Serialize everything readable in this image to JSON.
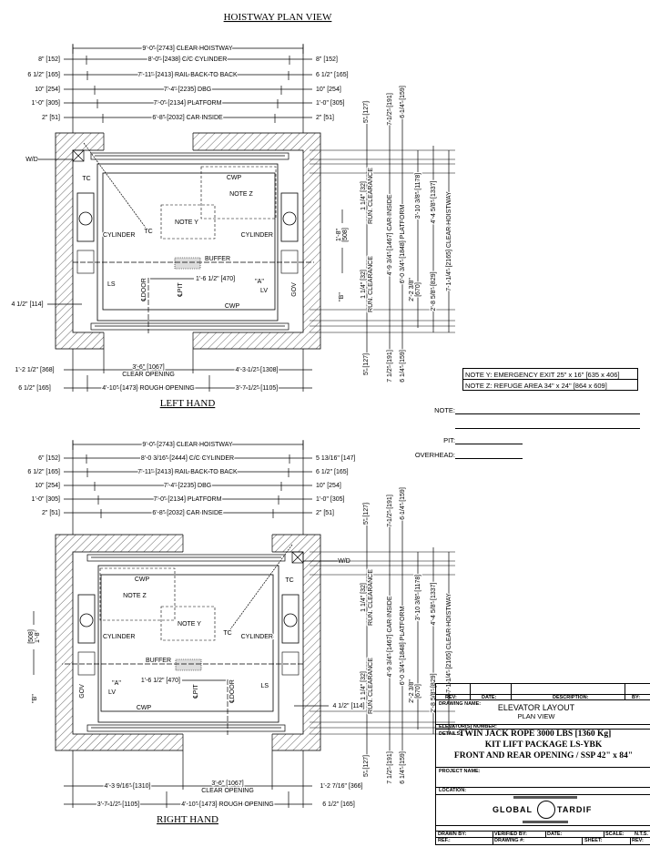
{
  "title": "HOISTWAY PLAN VIEW",
  "plans": [
    {
      "label": "LEFT HAND",
      "top_dims": [
        {
          "left": "",
          "center": "9'-0\" [2743] CLEAR HOISTWAY",
          "right": ""
        },
        {
          "left": "8\" [152]",
          "center": "8'-0\" [2438] C/C CYLINDER",
          "right": "8\" [152]"
        },
        {
          "left": "6 1/2\" [165]",
          "center": "7'-11\" [2413] RAIL BACK TO BACK",
          "right": "6 1/2\" [165]"
        },
        {
          "left": "10\" [254]",
          "center": "7'-4\" [2235] DBG",
          "right": "10\" [254]"
        },
        {
          "left": "1'-0\" [305]",
          "center": "7'-0\" [2134] PLATFORM",
          "right": "1'-0\" [305]"
        },
        {
          "left": "2\" [51]",
          "center": "6'-8\" [2032] CAR INSIDE",
          "right": "2\" [51]"
        }
      ],
      "bottom_dims": [
        {
          "left": "1'-2 1/2\" [368]",
          "center": "3'-6\" [1067]",
          "center_sub": "CLEAR OPENING",
          "right": "4'-3 1/2\" [1308]"
        },
        {
          "left": "6 1/2\" [165]",
          "center": "4'-10\" [1473] ROUGH OPENING",
          "right": "3'-7 1/2\" [1105]"
        }
      ],
      "right_dims": [
        "5\" [127]",
        "1 1/4\" [32]",
        "RUN. CLEARANCE",
        "1 1/4\" [32]",
        "RUN. CLEARANCE",
        "5\" [127]",
        "7 1/2\" [191]",
        "4'-9 3/4\" [1467] CAR INSIDE",
        "7 1/2\" [191]",
        "6 1/4\" [159]",
        "6'-0 3/4\" [1848] PLATFORM",
        "6 1/4\" [159]",
        "3'-10 3/8\" [1178]",
        "2'-2 3/8\"",
        "[670]",
        "4'-4 5/8\" [1337]",
        "2'-8 5/8\" [829]",
        "7-1 1/4\" [2165] CLEAR HOISTWAY"
      ],
      "side": {
        "wd": "W/D",
        "offset": "4 1/2\" [114]",
        "b_dim": "1'-8\"",
        "b_dim_mm": "[508]",
        "b_mark": "\"B\""
      },
      "interior": {
        "tc": "TC",
        "note_y": "NOTE Y",
        "note_z": "NOTE Z",
        "cylinder": "CYLINDER",
        "buffer": "BUFFER",
        "buffer_dim": "1'-6 1/2\" [470]",
        "a_mark": "\"A\"",
        "lv": "LV",
        "ls": "LS",
        "cwp": "CWP",
        "door": "℄DOOR",
        "pit": "℄PIT",
        "gov": "GOV"
      }
    },
    {
      "label": "RIGHT HAND",
      "top_dims": [
        {
          "left": "",
          "center": "9'-0\" [2743] CLEAR HOISTWAY",
          "right": ""
        },
        {
          "left": "6\" [152]",
          "center": "8'-0 3/16\" [2444] C/C CYLINDER",
          "right": "5 13/16\" [147]"
        },
        {
          "left": "6 1/2\" [165]",
          "center": "7'-11\" [2413] RAIL BACK TO BACK",
          "right": "6 1/2\" [165]"
        },
        {
          "left": "10\" [254]",
          "center": "7'-4\" [2235] DBG",
          "right": "10\" [254]"
        },
        {
          "left": "1'-0\" [305]",
          "center": "7'-0\" [2134] PLATFORM",
          "right": "1'-0\" [305]"
        },
        {
          "left": "2\" [51]",
          "center": "6'-8\" [2032] CAR INSIDE",
          "right": "2\" [51]"
        }
      ],
      "bottom_dims": [
        {
          "left": "4'-3 9/16\" [1310]",
          "center": "3'-6\" [1067]",
          "center_sub": "CLEAR OPENING",
          "right": "1'-2 7/16\" [366]"
        },
        {
          "left": "3'-7 1/2\" [1105]",
          "center": "4'-10\" [1473] ROUGH OPENING",
          "right": "6 1/2\" [165]"
        }
      ],
      "right_dims": [
        "5\" [127]",
        "1 1/4\" [32]",
        "RUN. CLEARANCE",
        "1 1/4\" [32]",
        "RUN. CLEARANCE",
        "5\" [127]",
        "7 1/2\" [191]",
        "4'-9 3/4\" [1467] CAR INSIDE",
        "7 1/2\" [191]",
        "6 1/4\" [159]",
        "6'-0 3/4\" [1848] PLATFORM",
        "6 1/4\" [159]",
        "3'-10 3/8\" [1178]",
        "2'-2 3/8\"",
        "[670]",
        "4'-4 5/8\" [1337]",
        "2'-8 5/8\" [829]",
        "7-1 1/4\" [2165] CLEAR HOISTWAY"
      ],
      "side": {
        "wd": "W/D",
        "offset": "4 1/2\" [114]",
        "b_dim": "1'-8\"",
        "b_dim_mm": "[508]",
        "b_mark": "\"B\""
      },
      "interior": {
        "tc": "TC",
        "note_y": "NOTE Y",
        "note_z": "NOTE Z",
        "cylinder": "CYLINDER",
        "buffer": "BUFFER",
        "buffer_dim": "1'-6 1/2\" [470]",
        "a_mark": "\"A\"",
        "lv": "LV",
        "ls": "LS",
        "cwp": "CWP",
        "door": "℄DOOR",
        "pit": "℄PIT",
        "gov": "GOV"
      }
    }
  ],
  "notes": {
    "note_y": "NOTE Y: EMERGENCY EXIT 25\" x 16\" [635 x 406]",
    "note_z": "NOTE Z: REFUGE AREA 34\" x 24\" [864 x 609]",
    "note_label": "NOTE:",
    "pit_label": "PIT:",
    "overhead_label": "OVERHEAD:"
  },
  "title_block": {
    "rev": "REV:",
    "date": "DATE:",
    "description": "DESCRIPTION:",
    "by": "BY:",
    "drawing_name_label": "DRAWING NAME:",
    "drawing_name_1": "ELEVATOR LAYOUT",
    "drawing_name_2": "PLAN VIEW",
    "elevator_numbers": "ELEVATOR(S) NUMBER:",
    "details_label": "DETAILS:",
    "details_1": "TWIN JACK ROPE 3000 LBS [1360 Kg]",
    "details_2": "KIT LIFT PACKAGE LS-YBK",
    "details_3": "FRONT AND REAR OPENING / SSP 42\" x 84\"",
    "project_name": "PROJECT NAME:",
    "location": "LOCATION:",
    "logo_left": "GLOBAL",
    "logo_right": "TARDIF",
    "drawn_by": "DRAWN BY:",
    "verified_by": "VERIFIED BY:",
    "date2": "DATE:",
    "scale": "SCALE:",
    "scale_value": "N.T.S.",
    "ref": "REF.:",
    "drawing_no": "DRAWING #:",
    "sheet": "SHEET:",
    "rev2": "REV:"
  }
}
